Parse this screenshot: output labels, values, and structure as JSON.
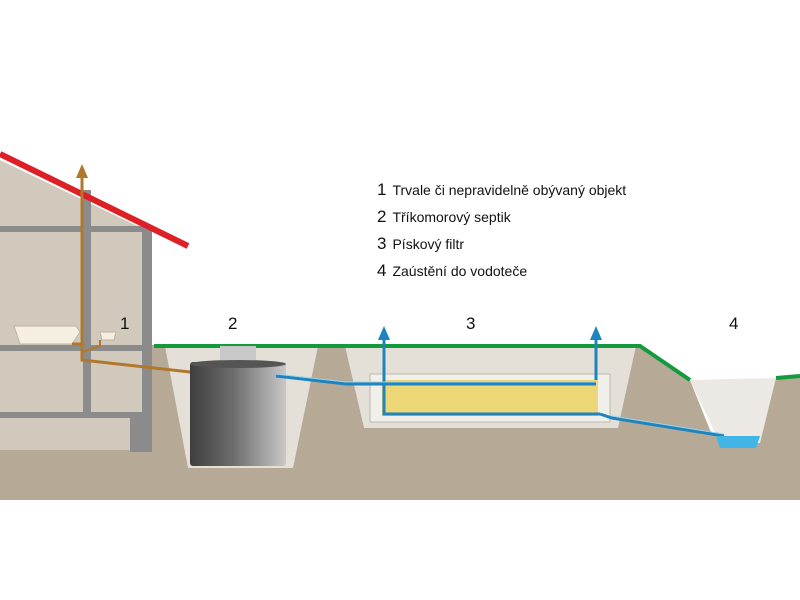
{
  "legend": [
    {
      "number": "1",
      "text": "Trvale či nepravidelně obývaný objekt"
    },
    {
      "number": "2",
      "text": "Tříkomorový septik"
    },
    {
      "number": "3",
      "text": "Pískový filtr"
    },
    {
      "number": "4",
      "text": "Zaústění do vodoteče"
    }
  ],
  "callouts": [
    "1",
    "2",
    "3",
    "4"
  ],
  "colors": {
    "ground": "#b6a996",
    "grass": "#139a3c",
    "roof": "#dd1f26",
    "house_wall": "#d2c9bd",
    "house_frame": "#8b8b8b",
    "brown_pipe": "#b0782c",
    "blue_pipe": "#1f83bd",
    "sand_filter": "#ecd777",
    "water": "#41b6e6"
  }
}
